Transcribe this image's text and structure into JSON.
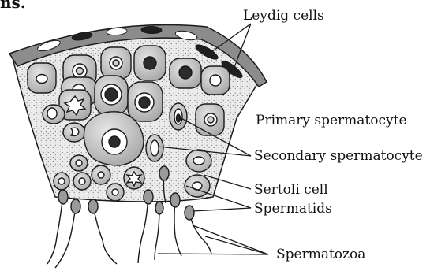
{
  "heading_fragment": "ns.",
  "labels": {
    "leydig": "Leydig cells",
    "primary": "Primary spermatocyte",
    "secondary": "Secondary spermatocyte",
    "sertoli": "Sertoli cell",
    "spermatids": "Spermatids",
    "spermatozoa": "Spermatozoa"
  },
  "colors": {
    "stroke": "#1a1a1a",
    "cell_fill": "#cfcfcf",
    "cytoplasm_light": "#efefef",
    "nucleus_dark": "#2b2b2b",
    "leydig_band": "#8a8a8a",
    "stipple_bg": "#e8e8e8"
  }
}
